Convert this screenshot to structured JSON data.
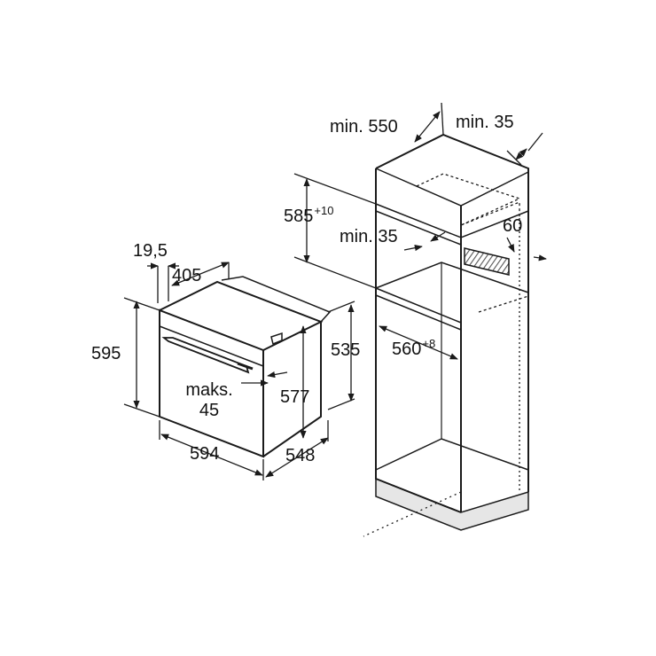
{
  "colors": {
    "line": "#1a1a1a",
    "plinth": "#e6e6e6",
    "hatch": "#555555"
  },
  "oven": {
    "offset": "19,5",
    "depth_front": "405",
    "height": "595",
    "height_body": "535",
    "inner_height": "577",
    "width": "594",
    "depth": "548",
    "gap_word": "maks.",
    "gap_value": "45"
  },
  "cabinet": {
    "depth": "min. 550",
    "back_gap": "min. 35",
    "niche_height": "585",
    "niche_height_tol": "+10",
    "vent_depth": "min. 35",
    "vent_height": "60",
    "niche_width": "560",
    "niche_width_tol": "+8"
  }
}
